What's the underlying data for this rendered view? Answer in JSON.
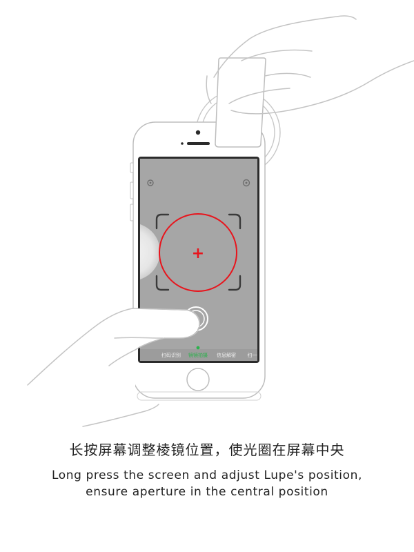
{
  "app": {
    "bottom_tabs": [
      {
        "label": "扫码识别",
        "active": false
      },
      {
        "label": "镜镜拍摄",
        "active": true
      },
      {
        "label": "信息解密",
        "active": false
      },
      {
        "label": "扫一扫",
        "active": false
      }
    ],
    "top_left_icon": "settings-gear-icon",
    "top_right_icon": "help-circle-icon",
    "center_marker": "+",
    "colors": {
      "accent_red": "#e8141c",
      "active_tab_green": "#2bb24c",
      "screen_gray": "#a6a6a6",
      "screen_border": "#2b2b2b",
      "line_art": "#c8c8c8"
    }
  },
  "instructions": {
    "zh": "长按屏幕调整棱镜位置，使光圈在屏幕中央",
    "en_line1": "Long press the screen and adjust Lupe's position,",
    "en_line2": "ensure aperture in the central position"
  }
}
